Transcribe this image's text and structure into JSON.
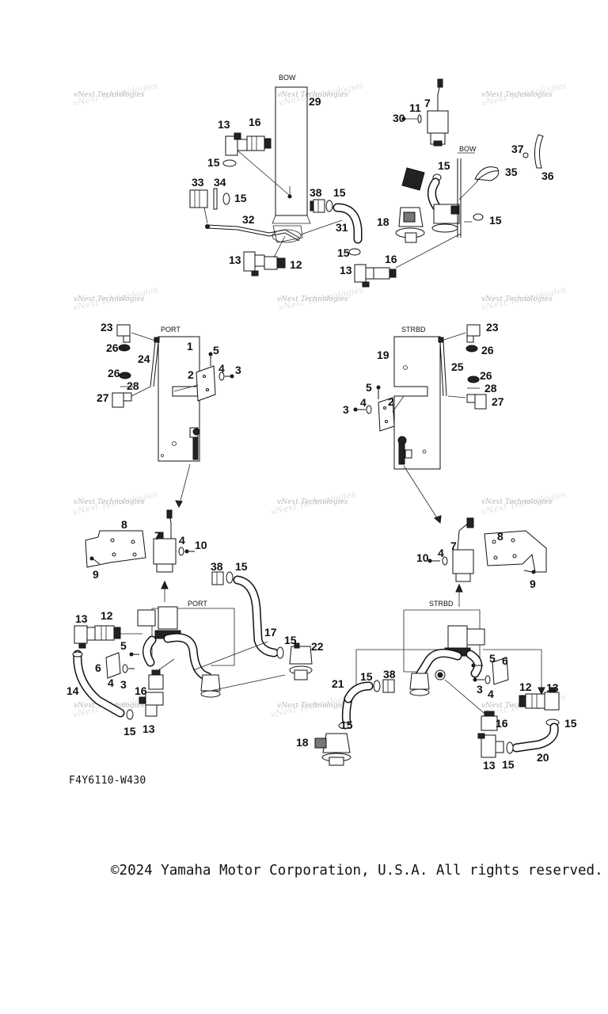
{
  "sections": {
    "bow_top": "BOW",
    "bow_right": "BOW",
    "port_top": "PORT",
    "starboard_top": "STRBD",
    "port_bottom": "PORT",
    "starboard_bottom": "STRBD"
  },
  "watermark": "vNext Technologies",
  "diagram_code": "F4Y6110-W430",
  "copyright": "©2024 Yamaha Motor Corporation, U.S.A. All rights reserved.",
  "part_numbers": [
    {
      "num": "29"
    },
    {
      "num": "13"
    },
    {
      "num": "16"
    },
    {
      "num": "15"
    },
    {
      "num": "33"
    },
    {
      "num": "34"
    },
    {
      "num": "15"
    },
    {
      "num": "32"
    },
    {
      "num": "38"
    },
    {
      "num": "15"
    },
    {
      "num": "31"
    },
    {
      "num": "13"
    },
    {
      "num": "12"
    },
    {
      "num": "30"
    },
    {
      "num": "11"
    },
    {
      "num": "7"
    },
    {
      "num": "15"
    },
    {
      "num": "35"
    },
    {
      "num": "37"
    },
    {
      "num": "36"
    },
    {
      "num": "18"
    },
    {
      "num": "15"
    },
    {
      "num": "15"
    },
    {
      "num": "13"
    },
    {
      "num": "16"
    },
    {
      "num": "23"
    },
    {
      "num": "1"
    },
    {
      "num": "5"
    },
    {
      "num": "26"
    },
    {
      "num": "24"
    },
    {
      "num": "2"
    },
    {
      "num": "4"
    },
    {
      "num": "3"
    },
    {
      "num": "26"
    },
    {
      "num": "28"
    },
    {
      "num": "27"
    },
    {
      "num": "23"
    },
    {
      "num": "19"
    },
    {
      "num": "26"
    },
    {
      "num": "25"
    },
    {
      "num": "26"
    },
    {
      "num": "5"
    },
    {
      "num": "28"
    },
    {
      "num": "2"
    },
    {
      "num": "4"
    },
    {
      "num": "3"
    },
    {
      "num": "27"
    },
    {
      "num": "8"
    },
    {
      "num": "7"
    },
    {
      "num": "4"
    },
    {
      "num": "10"
    },
    {
      "num": "9"
    },
    {
      "num": "38"
    },
    {
      "num": "15"
    },
    {
      "num": "13"
    },
    {
      "num": "12"
    },
    {
      "num": "17"
    },
    {
      "num": "15"
    },
    {
      "num": "22"
    },
    {
      "num": "5"
    },
    {
      "num": "6"
    },
    {
      "num": "4"
    },
    {
      "num": "3"
    },
    {
      "num": "16"
    },
    {
      "num": "14"
    },
    {
      "num": "15"
    },
    {
      "num": "13"
    },
    {
      "num": "8"
    },
    {
      "num": "4"
    },
    {
      "num": "7"
    },
    {
      "num": "10"
    },
    {
      "num": "9"
    },
    {
      "num": "5"
    },
    {
      "num": "6"
    },
    {
      "num": "21"
    },
    {
      "num": "15"
    },
    {
      "num": "38"
    },
    {
      "num": "3"
    },
    {
      "num": "4"
    },
    {
      "num": "12"
    },
    {
      "num": "13"
    },
    {
      "num": "15"
    },
    {
      "num": "16"
    },
    {
      "num": "18"
    },
    {
      "num": "15"
    },
    {
      "num": "13"
    },
    {
      "num": "15"
    },
    {
      "num": "20"
    }
  ]
}
